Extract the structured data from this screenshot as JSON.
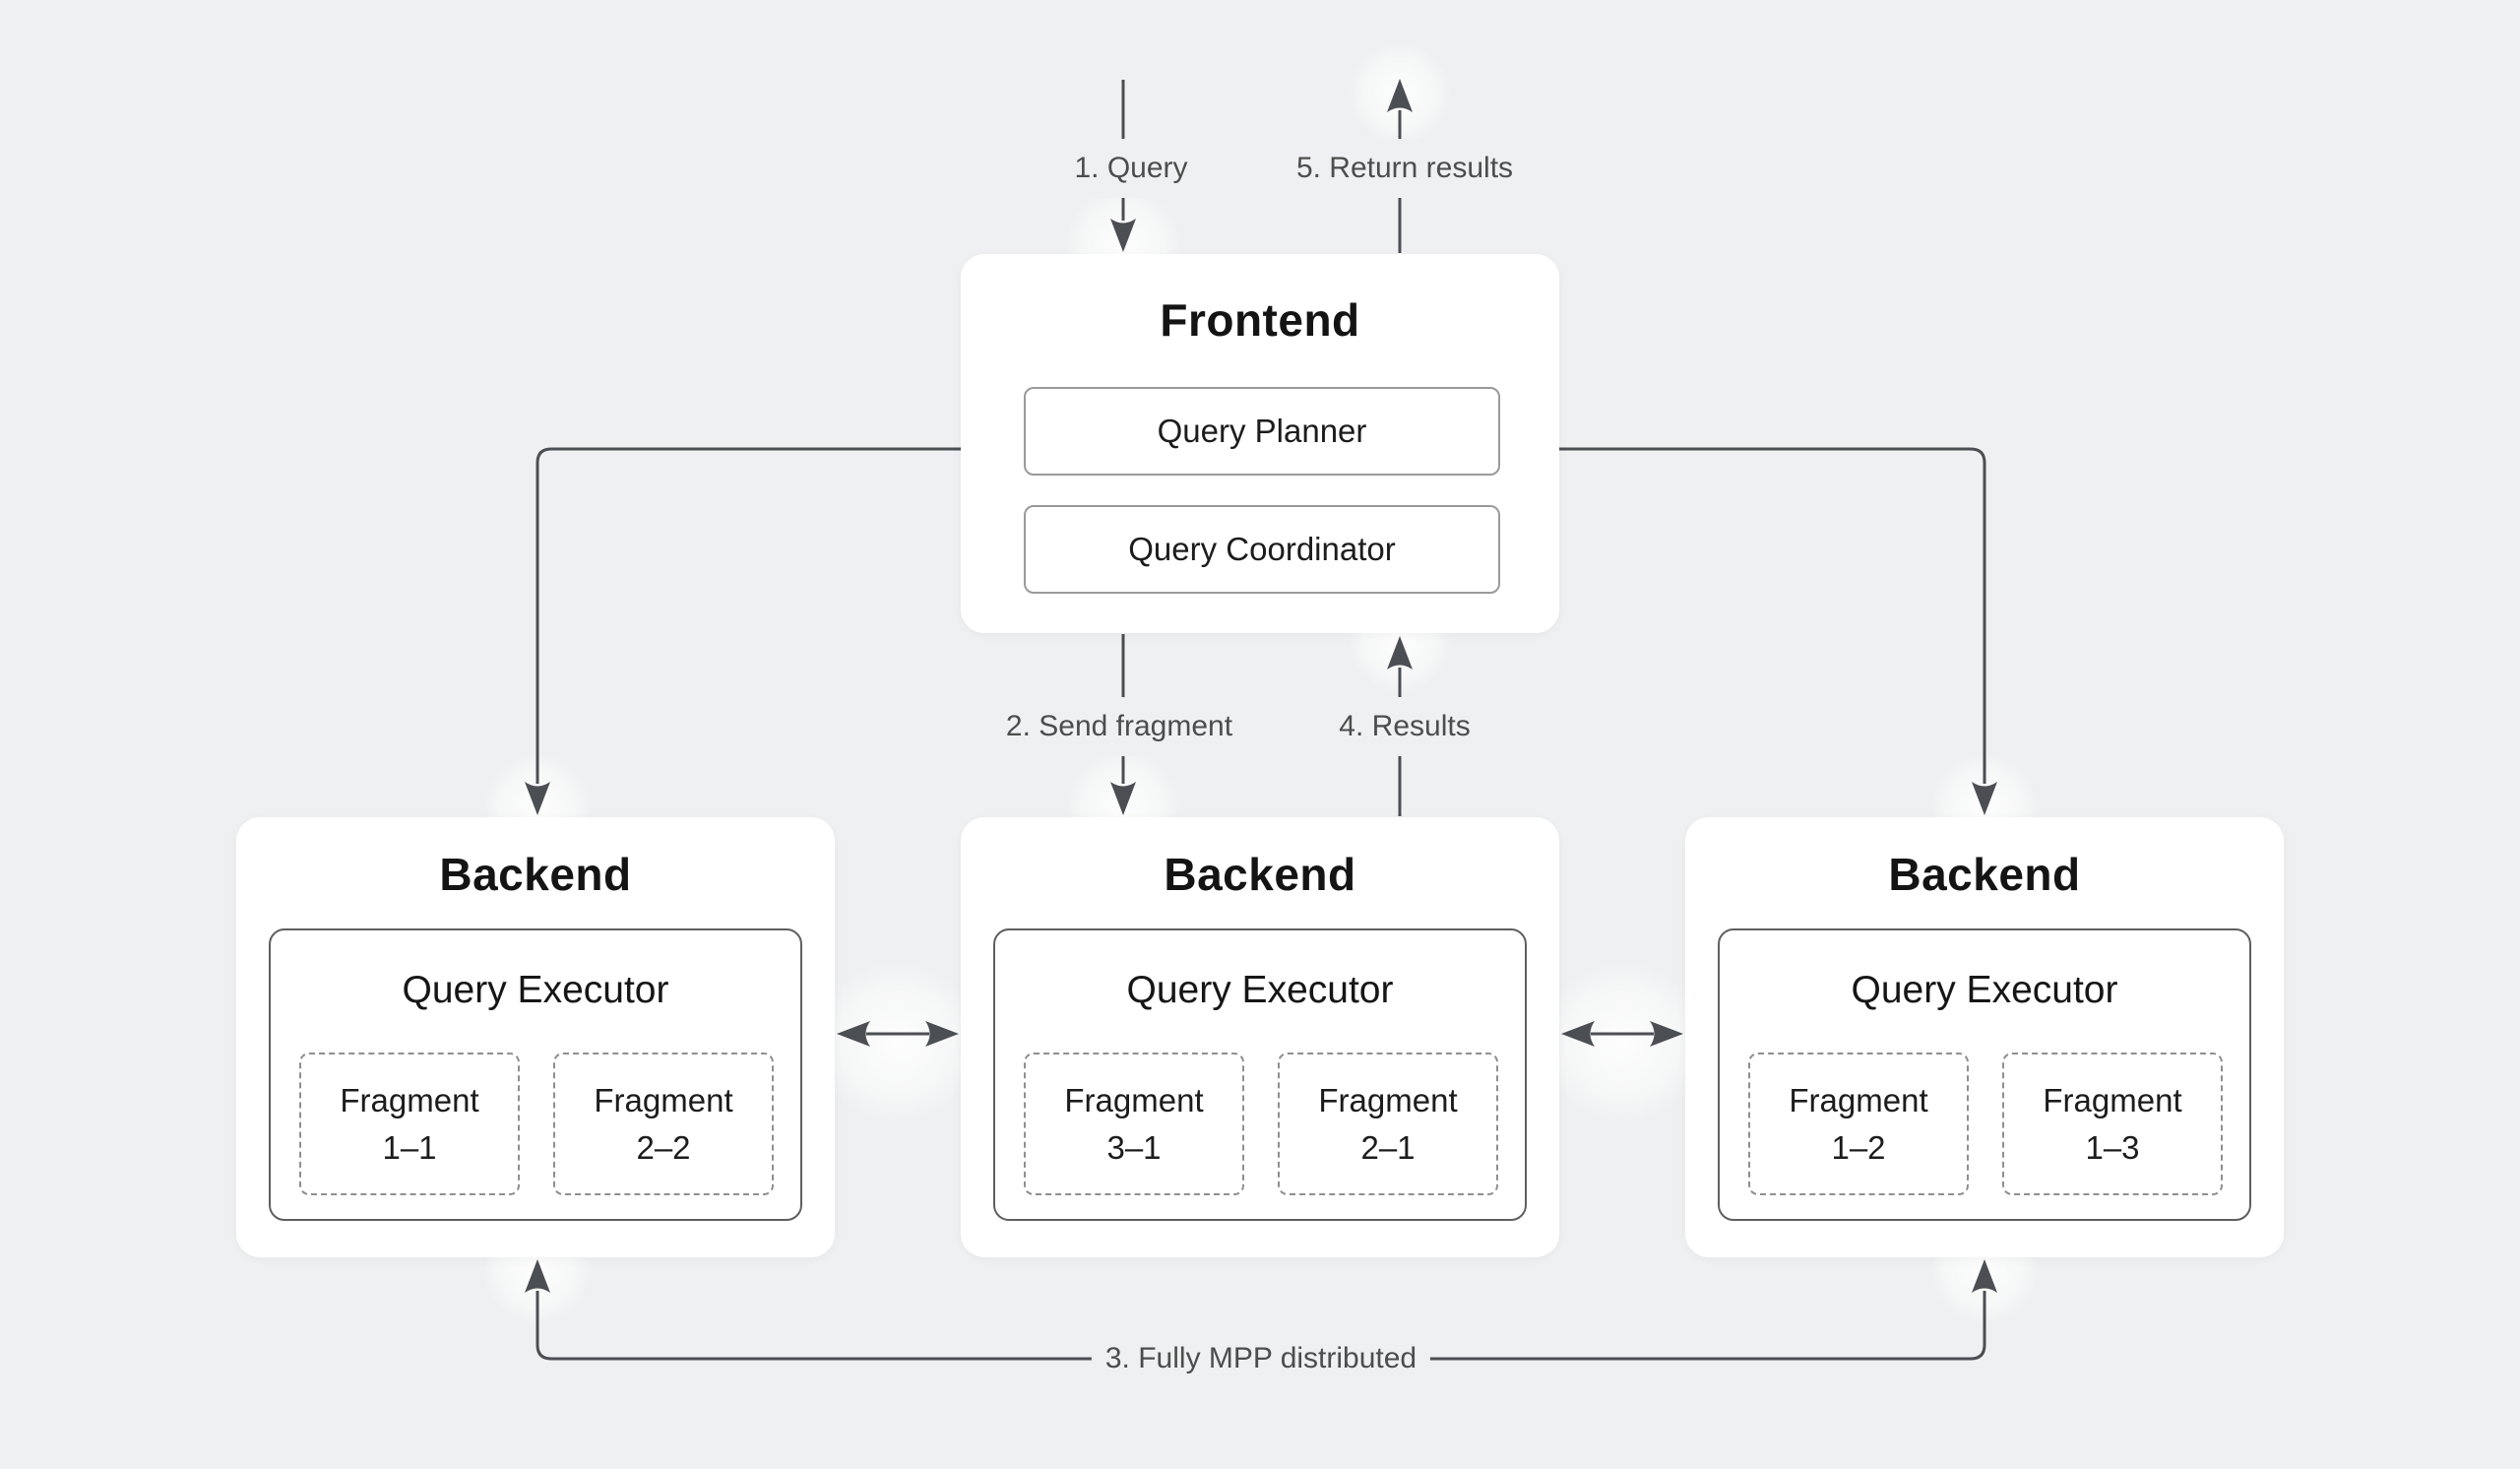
{
  "canvas": {
    "background": "#eff0f1",
    "node_fill": "#ffffff",
    "arrow_color": "#4b4e53",
    "label_color": "#4d4d4d"
  },
  "frontend": {
    "title": "Frontend",
    "components": [
      {
        "label": "Query Planner"
      },
      {
        "label": "Query Coordinator"
      }
    ]
  },
  "backends": [
    {
      "title": "Backend",
      "executor": {
        "title": "Query Executor",
        "fragments": [
          {
            "label": "Fragment",
            "id": "1–1"
          },
          {
            "label": "Fragment",
            "id": "2–2"
          }
        ]
      }
    },
    {
      "title": "Backend",
      "executor": {
        "title": "Query Executor",
        "fragments": [
          {
            "label": "Fragment",
            "id": "3–1"
          },
          {
            "label": "Fragment",
            "id": "2–1"
          }
        ]
      }
    },
    {
      "title": "Backend",
      "executor": {
        "title": "Query Executor",
        "fragments": [
          {
            "label": "Fragment",
            "id": "1–2"
          },
          {
            "label": "Fragment",
            "id": "1–3"
          }
        ]
      }
    }
  ],
  "flow": {
    "query": "1. Query",
    "send_fragment": "2. Send fragment",
    "mpp": "3. Fully MPP distributed",
    "results": "4. Results",
    "return_results": "5. Return results"
  }
}
